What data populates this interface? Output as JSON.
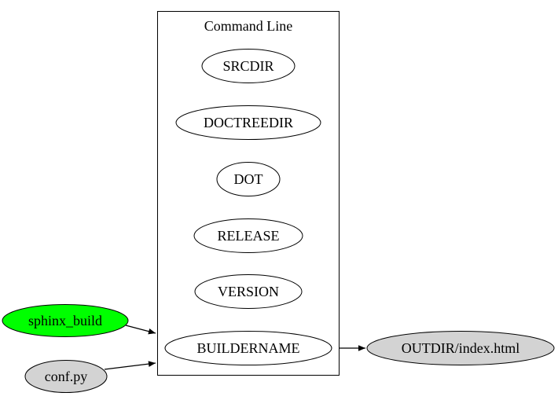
{
  "diagram": {
    "type": "graphviz-flow",
    "cluster": {
      "label": "Command Line"
    },
    "nodes": {
      "srcdir": {
        "label": "SRCDIR",
        "fill": "#ffffff"
      },
      "doctreedir": {
        "label": "DOCTREEDIR",
        "fill": "#ffffff"
      },
      "dot": {
        "label": "DOT",
        "fill": "#ffffff"
      },
      "release": {
        "label": "RELEASE",
        "fill": "#ffffff"
      },
      "version": {
        "label": "VERSION",
        "fill": "#ffffff"
      },
      "buildername": {
        "label": "BUILDERNAME",
        "fill": "#ffffff"
      },
      "sphinx_build": {
        "label": "sphinx_build",
        "fill": "#00ff00"
      },
      "conf_py": {
        "label": "conf.py",
        "fill": "#d3d3d3"
      },
      "outdir_index": {
        "label": "OUTDIR/index.html",
        "fill": "#d3d3d3"
      }
    },
    "edges": [
      {
        "from": "sphinx_build",
        "to": "BUILDERNAME"
      },
      {
        "from": "conf.py",
        "to": "BUILDERNAME"
      },
      {
        "from": "BUILDERNAME",
        "to": "OUTDIR/index.html"
      }
    ],
    "colors": {
      "stroke": "#000000",
      "background": "#ffffff",
      "highlight_node": "#00ff00",
      "io_node": "#d3d3d3"
    }
  }
}
